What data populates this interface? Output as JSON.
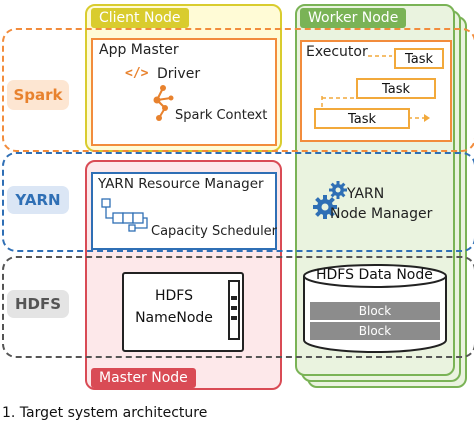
{
  "layers": {
    "spark": "Spark",
    "yarn": "YARN",
    "hdfs": "HDFS"
  },
  "nodes": {
    "client": "Client Node",
    "worker": "Worker Node",
    "master": "Master Node"
  },
  "app_master": {
    "title": "App Master",
    "driver": "Driver",
    "spark_context": "Spark Context"
  },
  "executor": {
    "title": "Executor",
    "tasks": [
      "Task",
      "Task",
      "Task"
    ]
  },
  "yarn_rm": {
    "title": "YARN Resource Manager",
    "scheduler": "Capacity Scheduler"
  },
  "yarn_nm": {
    "line1": "YARN",
    "line2": "Node Manager"
  },
  "namenode": {
    "line1": "HDFS",
    "line2": "NameNode"
  },
  "datanode": {
    "title": "HDFS Data Node",
    "blocks": [
      "Block",
      "Block"
    ]
  },
  "caption": "1. Target system architecture",
  "colors": {
    "spark": "#f28c3c",
    "yarn": "#2f6fb5",
    "hdfs": "#555555",
    "client_fill": "#fffbd6",
    "client_border": "#d9cc2e",
    "worker_fill": "#eaf3df",
    "worker_border": "#7ab356",
    "master_fill": "#fde8ea",
    "master_border": "#d94b55"
  }
}
